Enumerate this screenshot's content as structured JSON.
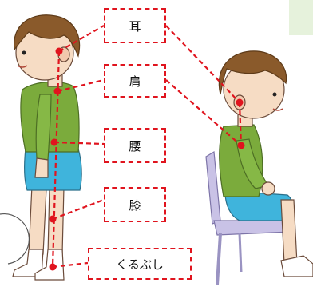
{
  "labels": {
    "ear": "耳",
    "shoulder": "肩",
    "waist": "腰",
    "knee": "膝",
    "ankle": "くるぶし"
  },
  "colors": {
    "guide_line": "#e0141e",
    "shirt": "#7bab3c",
    "shorts": "#3fb4dc",
    "hair": "#8a5a2b",
    "skin": "#f6dcc4",
    "chair": "#c9c2e6",
    "corner_panel": "#e6f2dc"
  },
  "icons": [
    "standing-child-illustration",
    "seated-child-illustration",
    "chair-illustration"
  ]
}
